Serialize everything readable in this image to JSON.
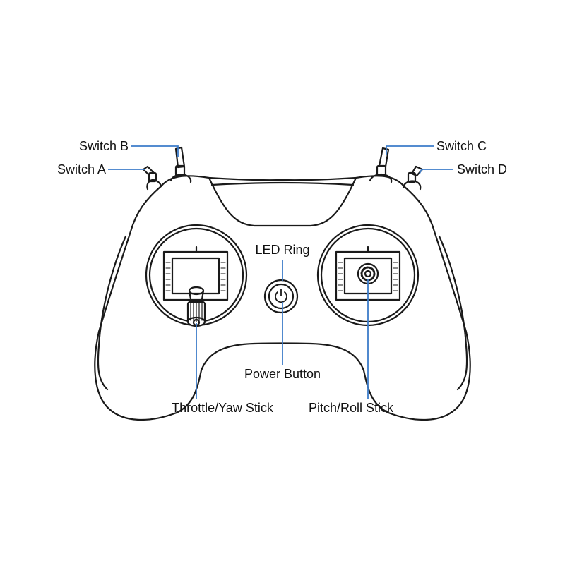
{
  "labels": {
    "switch_a": "Switch A",
    "switch_b": "Switch B",
    "switch_c": "Switch C",
    "switch_d": "Switch D",
    "led_ring": "LED Ring",
    "power_button": "Power Button",
    "throttle_yaw_stick": "Throttle/Yaw Stick",
    "pitch_roll_stick": "Pitch/Roll Stick"
  },
  "colors": {
    "outline": "#1a1a1a",
    "leader": "#3d7cc9",
    "text": "#111111",
    "background": "#ffffff"
  },
  "icons": {
    "power": "power-icon"
  }
}
